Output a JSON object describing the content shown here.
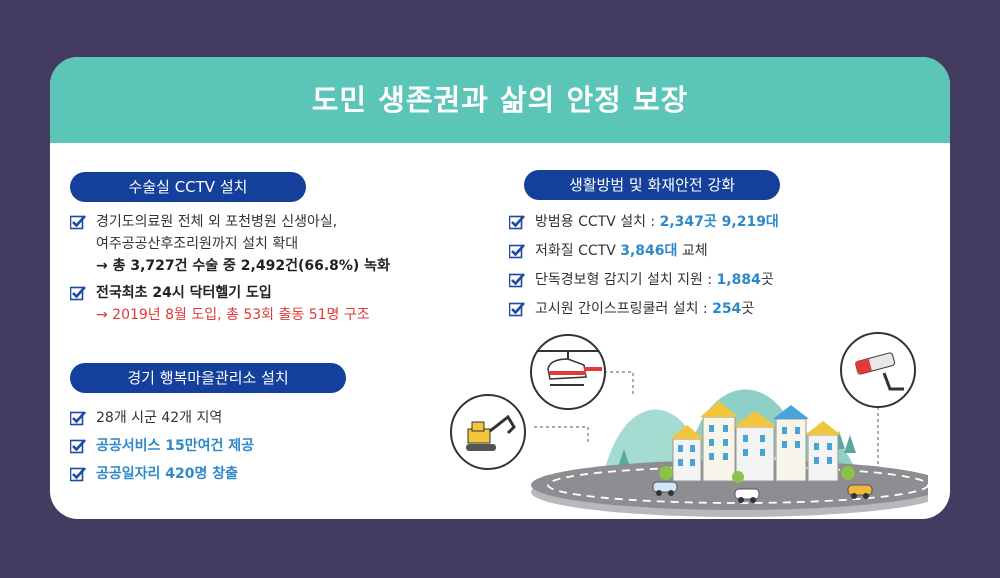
{
  "title": "도민 생존권과 삶의 안정 보장",
  "left": {
    "section1": {
      "pill": "수술실  CCTV 설치",
      "item1_line1": "경기도의료원 전체 외 포천병원 신생아실,",
      "item1_line2": "여주공공산후조리원까지 설치 확대",
      "item1_line3": "→ 총 3,727건 수술 중  2,492건(66.8%) 녹화",
      "item2_line1": "전국최초 24시 닥터헬기 도입",
      "item2_line2": "→ 2019년 8월 도입, 총 53회 출동 51명 구조"
    },
    "section2": {
      "pill": "경기 행복마을관리소 설치",
      "item1": "28개 시군 42개 지역",
      "item2": "공공서비스 15만여건 제공",
      "item3": "공공일자리 420명 창출"
    }
  },
  "right": {
    "pill": "생활방범 및 화재안전 강화",
    "items": [
      {
        "label": "방범용 CCTV 설치 : ",
        "value": "2,347곳 9,219대",
        "suffix": ""
      },
      {
        "label": "저화질 CCTV  ",
        "value": "3,846대",
        "suffix": " 교체"
      },
      {
        "label": "단독경보형 감지기 설치 지원 :  ",
        "value": "1,884",
        "suffix": "곳"
      },
      {
        "label": "고시원 간이스프링쿨러 설치 :  ",
        "value": "254",
        "suffix": "곳"
      }
    ]
  },
  "colors": {
    "background": "#433c60",
    "header": "#5bc5b8",
    "pill": "#143f9b",
    "check": "#1f4aa0",
    "highlight_red": "#e03a3a",
    "highlight_blue": "#2f88c8"
  },
  "icons": [
    "checkbox-icon",
    "helicopter-icon",
    "excavator-icon",
    "cctv-camera-icon"
  ]
}
